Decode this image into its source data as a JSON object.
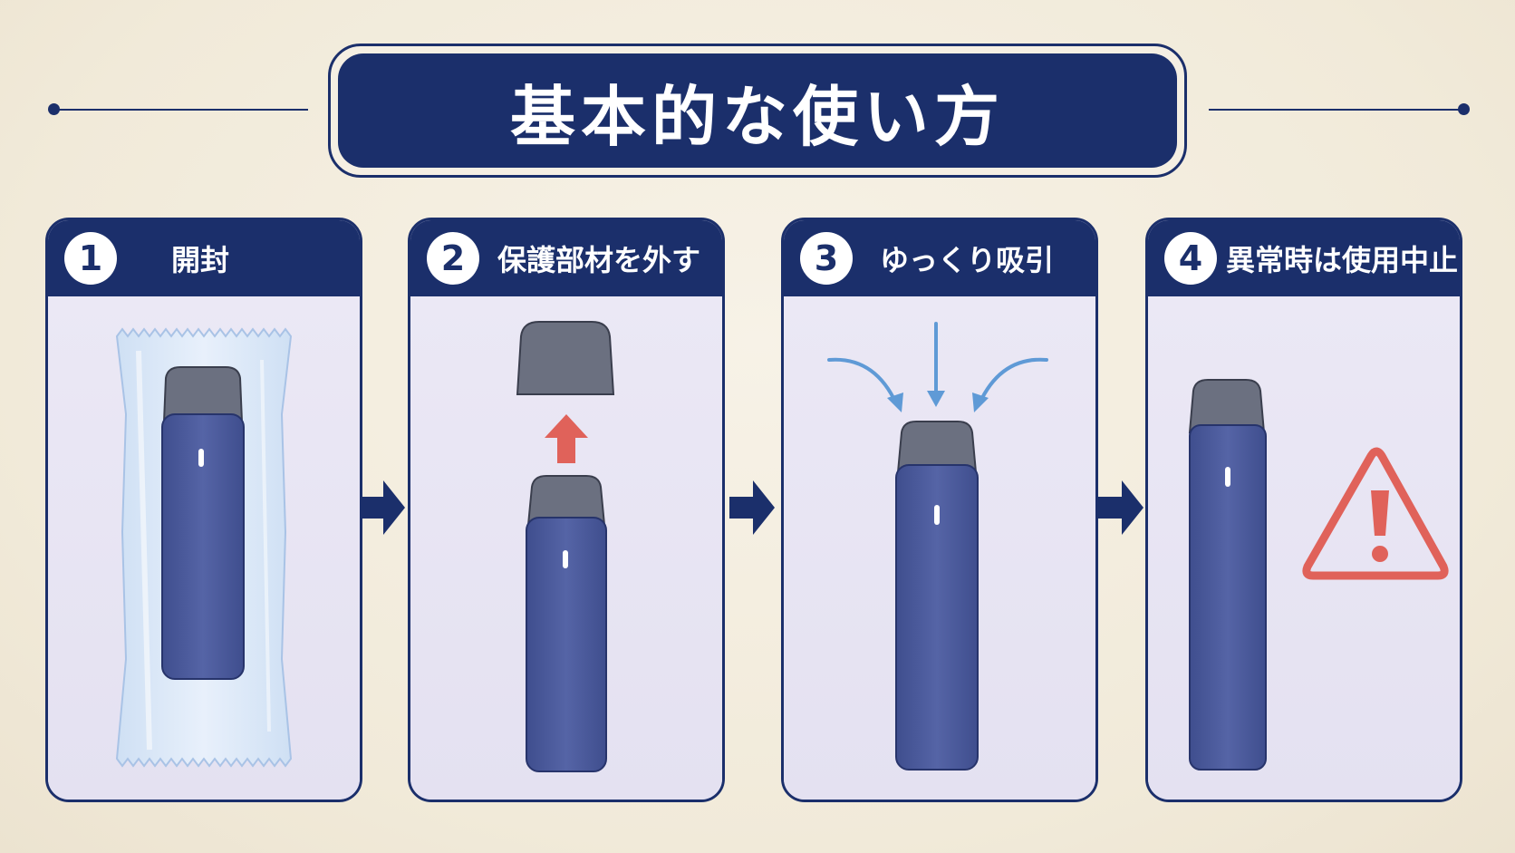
{
  "title": "基本的な使い方",
  "steps": [
    {
      "number": "1",
      "label": "開封"
    },
    {
      "number": "2",
      "label": "保護部材を外す"
    },
    {
      "number": "3",
      "label": "ゆっくり吸引"
    },
    {
      "number": "4",
      "label": "異常時は使用中止"
    }
  ],
  "colors": {
    "navy": "#1b2f6b",
    "device": "#4b5a9a",
    "alert": "#e0625a",
    "airflow": "#5f9ad6"
  },
  "icons": {
    "step1": "sealed-package-icon",
    "step2": "cap-removal-arrow-icon",
    "step3": "airflow-arrows-icon",
    "step4": "warning-triangle-icon"
  }
}
